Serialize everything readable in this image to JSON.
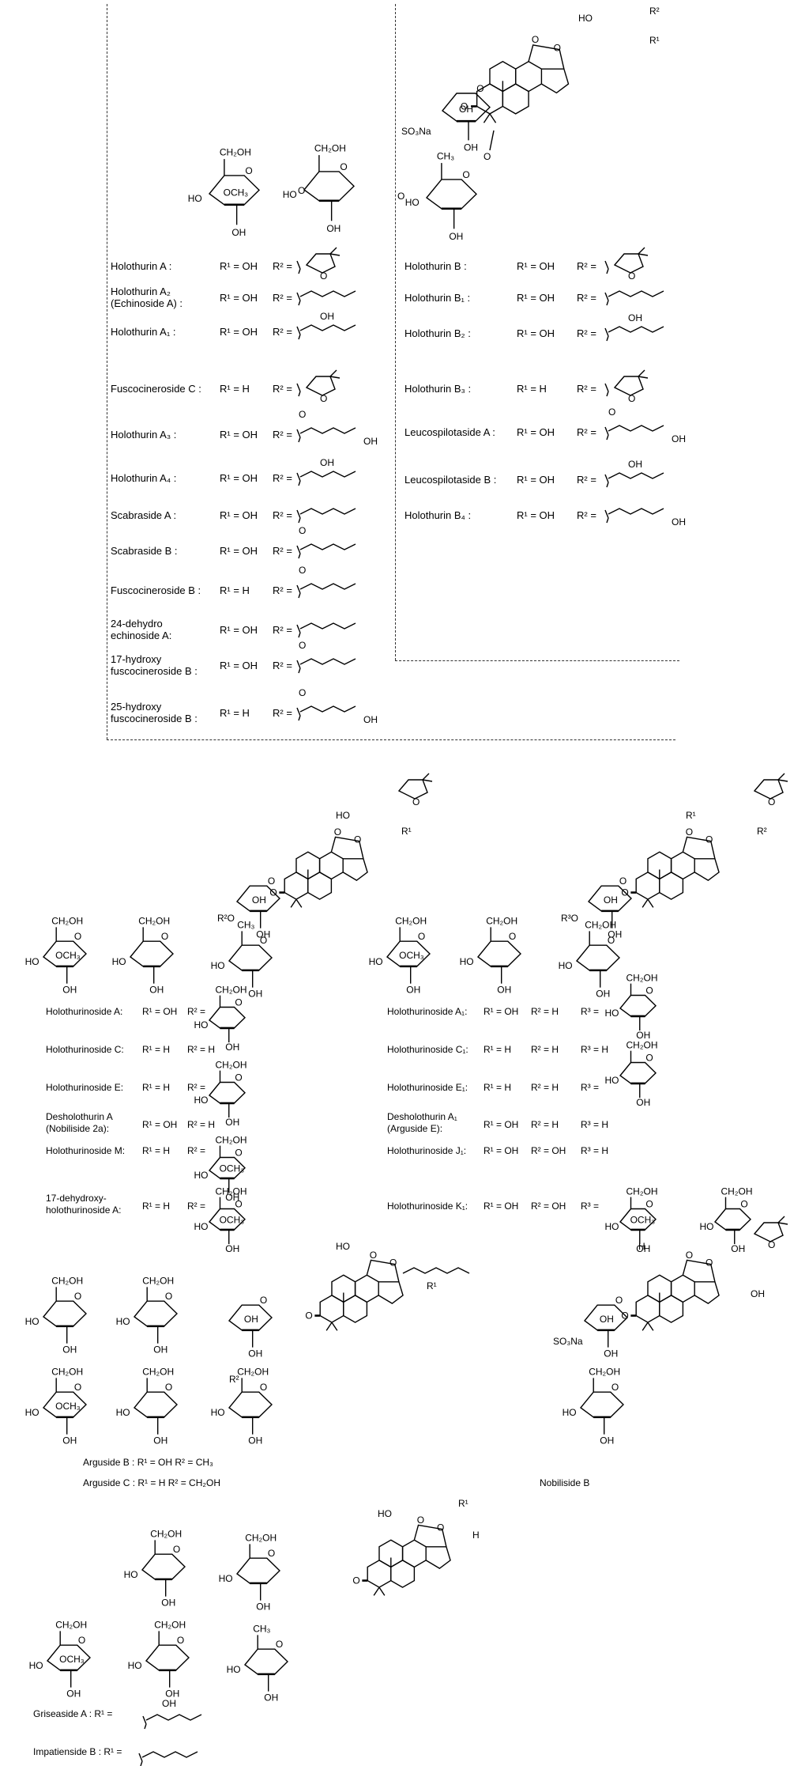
{
  "top_compounds": {
    "left": [
      {
        "name": "Holothurin A :",
        "r1": "R¹ = OH",
        "r2": "R² ="
      },
      {
        "name": "Holothurin A₂ (Echinoside A) :",
        "r1": "R¹ = OH",
        "r2": "R² ="
      },
      {
        "name": "Holothurin A₁ :",
        "r1": "R¹ = OH",
        "r2": "R² ="
      },
      {
        "name": "Fuscocineroside C :",
        "r1": "R¹ = H",
        "r2": "R² ="
      },
      {
        "name": "Holothurin A₃ :",
        "r1": "R¹ = OH",
        "r2": "R² ="
      },
      {
        "name": "Holothurin A₄ :",
        "r1": "R¹ = OH",
        "r2": "R² ="
      },
      {
        "name": "Scabraside A :",
        "r1": "R¹ = OH",
        "r2": "R² ="
      },
      {
        "name": "Scabraside B :",
        "r1": "R¹ = OH",
        "r2": "R² ="
      },
      {
        "name": "Fuscocineroside B :",
        "r1": "R¹ = H",
        "r2": "R² ="
      },
      {
        "name": "24-dehydro echinoside A:",
        "r1": "R¹ = OH",
        "r2": "R² ="
      },
      {
        "name": "17-hydroxy fuscocineroside B :",
        "r1": "R¹ = OH",
        "r2": "R² ="
      },
      {
        "name": "25-hydroxy fuscocineroside B :",
        "r1": "R¹ = H",
        "r2": "R² ="
      }
    ],
    "right": [
      {
        "name": "Holothurin B :",
        "r1": "R¹ = OH",
        "r2": "R² ="
      },
      {
        "name": "Holothurin B₁ :",
        "r1": "R¹ = OH",
        "r2": "R² ="
      },
      {
        "name": "Holothurin B₂ :",
        "r1": "R¹ = OH",
        "r2": "R² ="
      },
      {
        "name": "Holothurin B₃ :",
        "r1": "R¹ = H",
        "r2": "R² ="
      },
      {
        "name": "Leucospilotaside A :",
        "r1": "R¹ = OH",
        "r2": "R² ="
      },
      {
        "name": "Leucospilotaside B :",
        "r1": "R¹ = OH",
        "r2": "R² ="
      },
      {
        "name": "Holothurin B₄ :",
        "r1": "R¹ = OH",
        "r2": "R² ="
      }
    ]
  },
  "middle_compounds": {
    "left": [
      {
        "name": "Holothurinoside A:",
        "r1": "R¹ = OH",
        "r2": "R² ="
      },
      {
        "name": "Holothurinoside C:",
        "r1": "R¹ = H",
        "r2": "R² = H"
      },
      {
        "name": "Holothurinoside E:",
        "r1": "R¹ = H",
        "r2": "R² ="
      },
      {
        "name": "Desholothurin A (Nobiliside 2a):",
        "r1": "R¹ = OH",
        "r2": "R² = H"
      },
      {
        "name": "Holothurinoside M:",
        "r1": "R¹ = H",
        "r2": "R² ="
      },
      {
        "name": "17-dehydroxy-holothurinoside A:",
        "r1": "R¹ = H",
        "r2": "R² ="
      }
    ],
    "right": [
      {
        "name": "Holothurinoside A₁:",
        "r1": "R¹ = OH",
        "r2": "R² = H",
        "r3": "R³ ="
      },
      {
        "name": "Holothurinoside C₁:",
        "r1": "R¹ = H",
        "r2": "R² = H",
        "r3": "R³ = H"
      },
      {
        "name": "Holothurinoside E₁:",
        "r1": "R¹ = H",
        "r2": "R² = H",
        "r3": "R³ ="
      },
      {
        "name": "Desholothurin A₁ (Arguside E):",
        "r1": "R¹ = OH",
        "r2": "R² = H",
        "r3": "R³ = H"
      },
      {
        "name": "Holothurinoside J₁:",
        "r1": "R¹ = OH",
        "r2": "R² = OH",
        "r3": "R³ = H"
      },
      {
        "name": "Holothurinoside K₁:",
        "r1": "R¹ = OH",
        "r2": "R² = OH",
        "r3": "R³ ="
      }
    ]
  },
  "arguside": {
    "b": "Arguside B : R¹ = OH  R² = CH₃",
    "c": "Arguside C : R¹ = H    R² = CH₂OH"
  },
  "nobiliside": {
    "name": "Nobiliside B"
  },
  "griseaside": {
    "a": "Griseaside A :  R¹ =",
    "b": "Impatienside B : R¹ ="
  },
  "atoms": {
    "ho": "HO",
    "h": "H",
    "oh": "OH",
    "o": "O",
    "ch2oh": "CH₂OH",
    "och3": "OCH₃",
    "ch3": "CH₃",
    "so3na": "SO₃Na",
    "r1": "R¹",
    "r2": "R²",
    "r3": "R³",
    "r2o": "R²O",
    "r3o": "R³O"
  }
}
